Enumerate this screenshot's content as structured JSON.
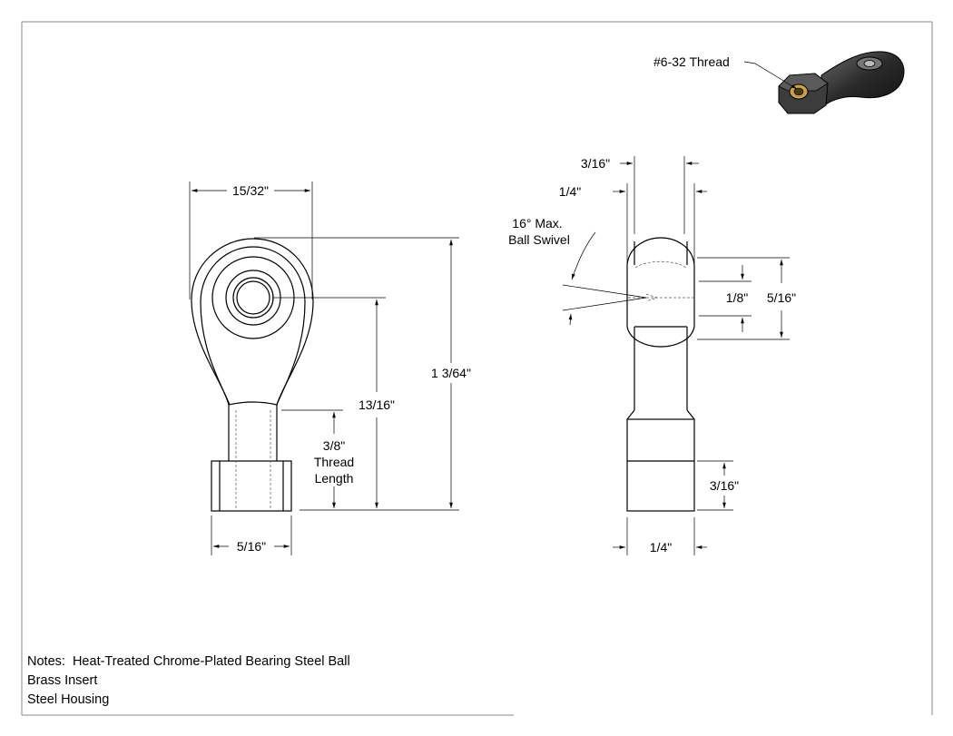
{
  "drawing": {
    "thread_callout": "#6-32 Thread",
    "front_view": {
      "width_label": "15/32\"",
      "overall_length_label": "1 3/64\"",
      "center_length_label": "13/16\"",
      "thread_length_label": [
        "3/8\"",
        "Thread",
        "Length"
      ],
      "hex_width_label": "5/16\""
    },
    "side_view": {
      "ball_width_label": "3/16\"",
      "outer_width_label": "1/4\"",
      "swivel_label": [
        "16° Max.",
        "Ball Swivel"
      ],
      "bore_label": "1/8\"",
      "ball_height_label": "5/16\"",
      "hex_height_label": "3/16\"",
      "hex_width_label": "1/4\""
    },
    "notes": [
      "Notes:  Heat-Treated Chrome-Plated Bearing Steel Ball",
      "Brass Insert",
      "Steel Housing"
    ]
  }
}
